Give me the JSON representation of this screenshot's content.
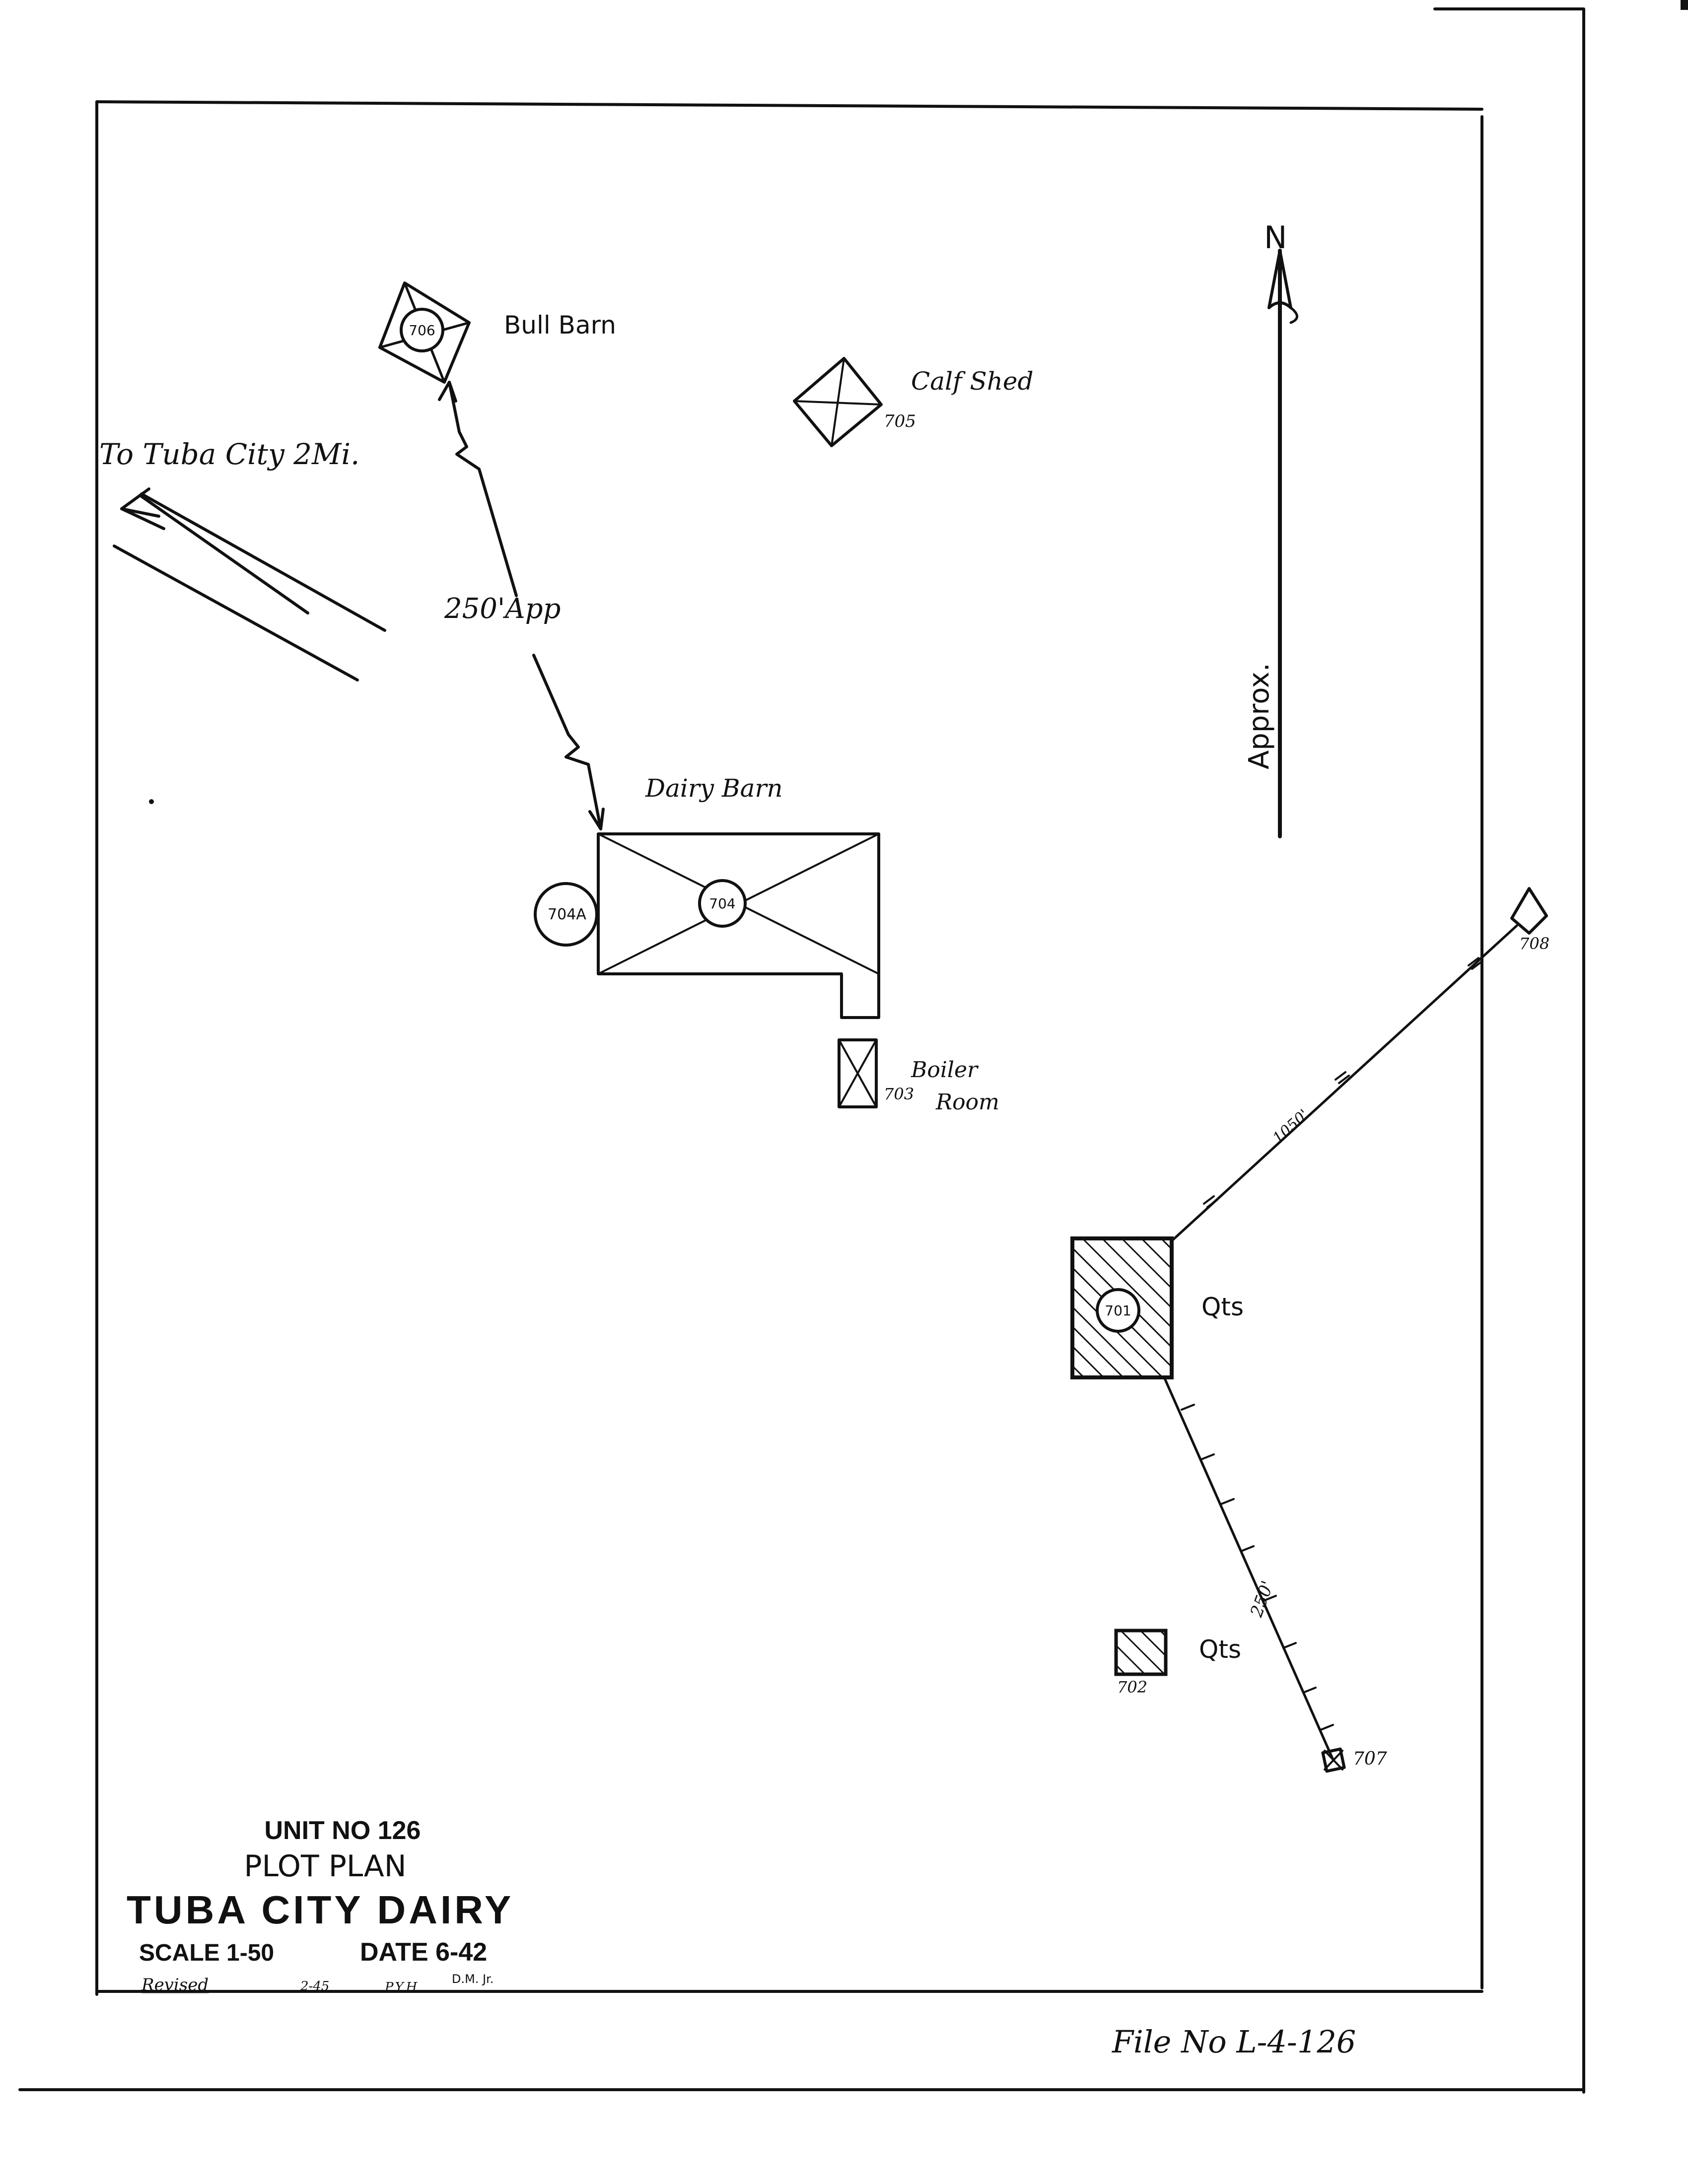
{
  "north_arrow": {
    "letter": "N",
    "label": "Approx."
  },
  "road": {
    "label": "To Tuba City 2Mi."
  },
  "buildings": {
    "bull_barn": {
      "label": "Bull Barn",
      "number": "706"
    },
    "calf_shed": {
      "label": "Calf Shed",
      "number": "705"
    },
    "dairy_barn": {
      "label": "Dairy Barn",
      "number": "704",
      "annex_number": "704A"
    },
    "boiler_room": {
      "label_line1": "Boiler",
      "label_line2": "Room",
      "number": "703"
    },
    "quarters_1": {
      "label": "Qts",
      "number": "701"
    },
    "quarters_2": {
      "label": "Qts",
      "number": "702"
    },
    "building_707": {
      "number": "707"
    },
    "building_708": {
      "number": "708"
    }
  },
  "distances": {
    "bull_to_dairy": "250'App",
    "qts_to_708": "1050'",
    "qts_to_707": "250'"
  },
  "title_block": {
    "unit": "UNIT NO 126",
    "subtitle": "PLOT PLAN",
    "title": "TUBA CITY DAIRY",
    "scale": "SCALE 1-50",
    "date": "DATE 6-42",
    "initials": "D.M. Jr.",
    "revised_label": "Revised",
    "revised_date": "2-45",
    "revised_by": "P.Y.H."
  },
  "file_number": "File No L-4-126"
}
